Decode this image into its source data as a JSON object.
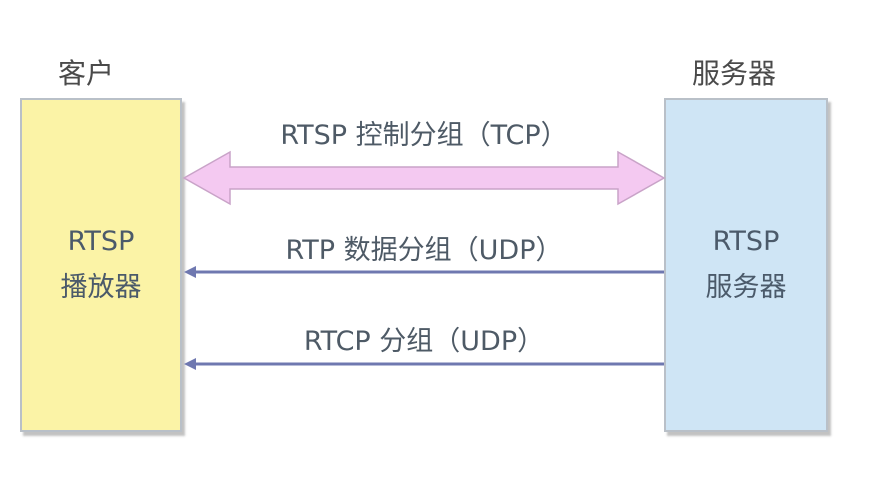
{
  "client": {
    "heading": "客户",
    "box_line1": "RTSP",
    "box_line2": "播放器",
    "fill": "#fbf3a6"
  },
  "server": {
    "heading": "服务器",
    "box_line1": "RTSP",
    "box_line2": "服务器",
    "fill": "#cfe5f5"
  },
  "flows": [
    {
      "label": "RTSP 控制分组（TCP）",
      "direction": "bidirectional",
      "color": "#f3c8f0"
    },
    {
      "label": "RTP 数据分组（UDP）",
      "direction": "server-to-client",
      "color": "#6f78b0"
    },
    {
      "label": "RTCP 分组（UDP）",
      "direction": "server-to-client",
      "color": "#6f78b0"
    }
  ]
}
